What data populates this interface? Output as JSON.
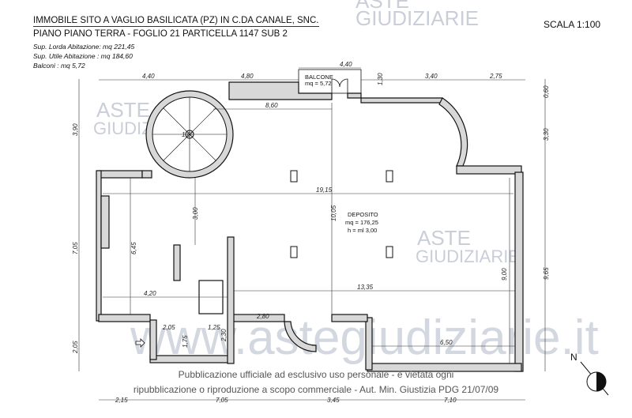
{
  "header": {
    "title": "IMMOBILE SITO A VAGLIO BASILICATA (PZ) IN C.DA CANALE, SNC.",
    "subtitle": "PIANO PIANO TERRA - FOGLIO 21 PARTICELLA 1147 SUB 2",
    "sup_lorda": "Sup. Lorda Abitazione: mq 221,45",
    "sup_utile": "Sup. Utile Abitazione : mq 184,60",
    "balconi": "Balconi : mq 5,72",
    "scale": "SCALA 1:100"
  },
  "rooms": {
    "deposito": {
      "name": "DEPOSITO",
      "area": "mq = 176,25",
      "height": "h = ml 3,00"
    },
    "balcone": {
      "name": "BALCONE",
      "area": "mq = 5,72"
    }
  },
  "dimensions": {
    "top": [
      "4,40",
      "4,80",
      "4,40",
      "3,40",
      "2,75"
    ],
    "balcony_depth": "1,30",
    "right_top": "0,60",
    "right_mid": "3,30",
    "right_total": "9,65",
    "left": [
      "3,90",
      "7,05",
      "2,05"
    ],
    "bottom": [
      "2,15",
      "7,05",
      "3,45",
      "7,10"
    ],
    "inner": {
      "d860": "8,60",
      "stair": "1,60",
      "d1915": "19,15",
      "d645": "6,45",
      "d300": "3,00",
      "d1005": "10,05",
      "d420": "4,20",
      "d1335": "13,35",
      "d900": "9,00",
      "d650": "6,50",
      "d280": "2,80",
      "d205": "2,05",
      "d125": "1,25",
      "d175": "1,75",
      "d230": "2,30"
    }
  },
  "north_label": "N",
  "watermark": {
    "logo_line1": "ASTE",
    "logo_line2": "GIUDIZIARIE",
    "url": "www.astegiudiziarie.it"
  },
  "notice": {
    "line1": "Pubblicazione ufficiale ad esclusivo uso personale - è vietata ogni",
    "line2": "ripubblicazione o riproduzione a scopo commerciale - Aut. Min. Giustizia PDG 21/07/09"
  }
}
